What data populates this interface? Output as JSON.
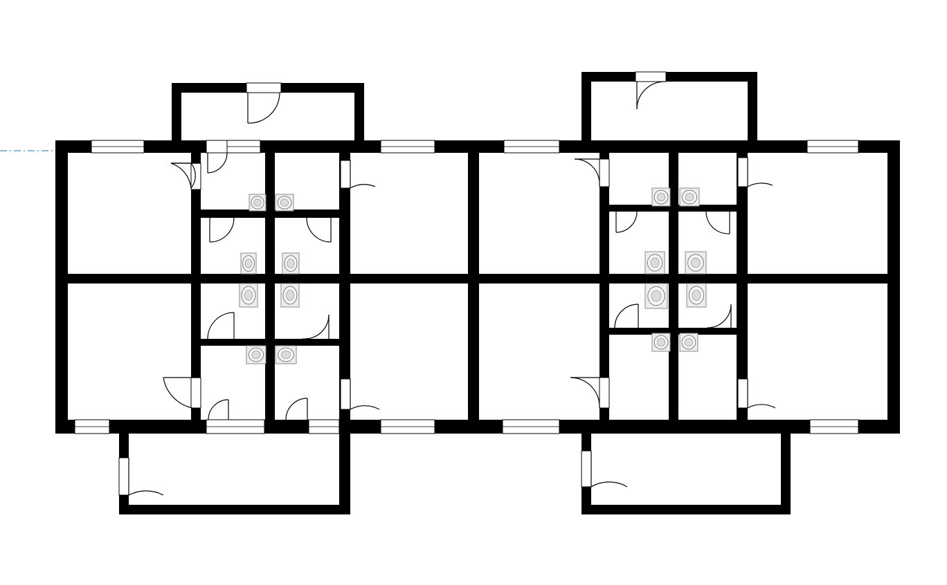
{
  "figure": {
    "type": "floor-plan",
    "palette": {
      "wall": "#000000",
      "background": "#ffffff",
      "fixture": "#8a8a8a",
      "axis": "#1b6fa8"
    },
    "units": [
      {
        "name": "left-unit",
        "rooms": 4,
        "washrooms": 4,
        "balconies": 2
      },
      {
        "name": "right-unit",
        "rooms": 4,
        "washrooms": 4,
        "balconies": 2
      }
    ],
    "fixture_icon": "toilet-icon",
    "door_icon": "door-swing-icon",
    "window_icon": "window-icon",
    "axis_icon": "axis-line"
  }
}
